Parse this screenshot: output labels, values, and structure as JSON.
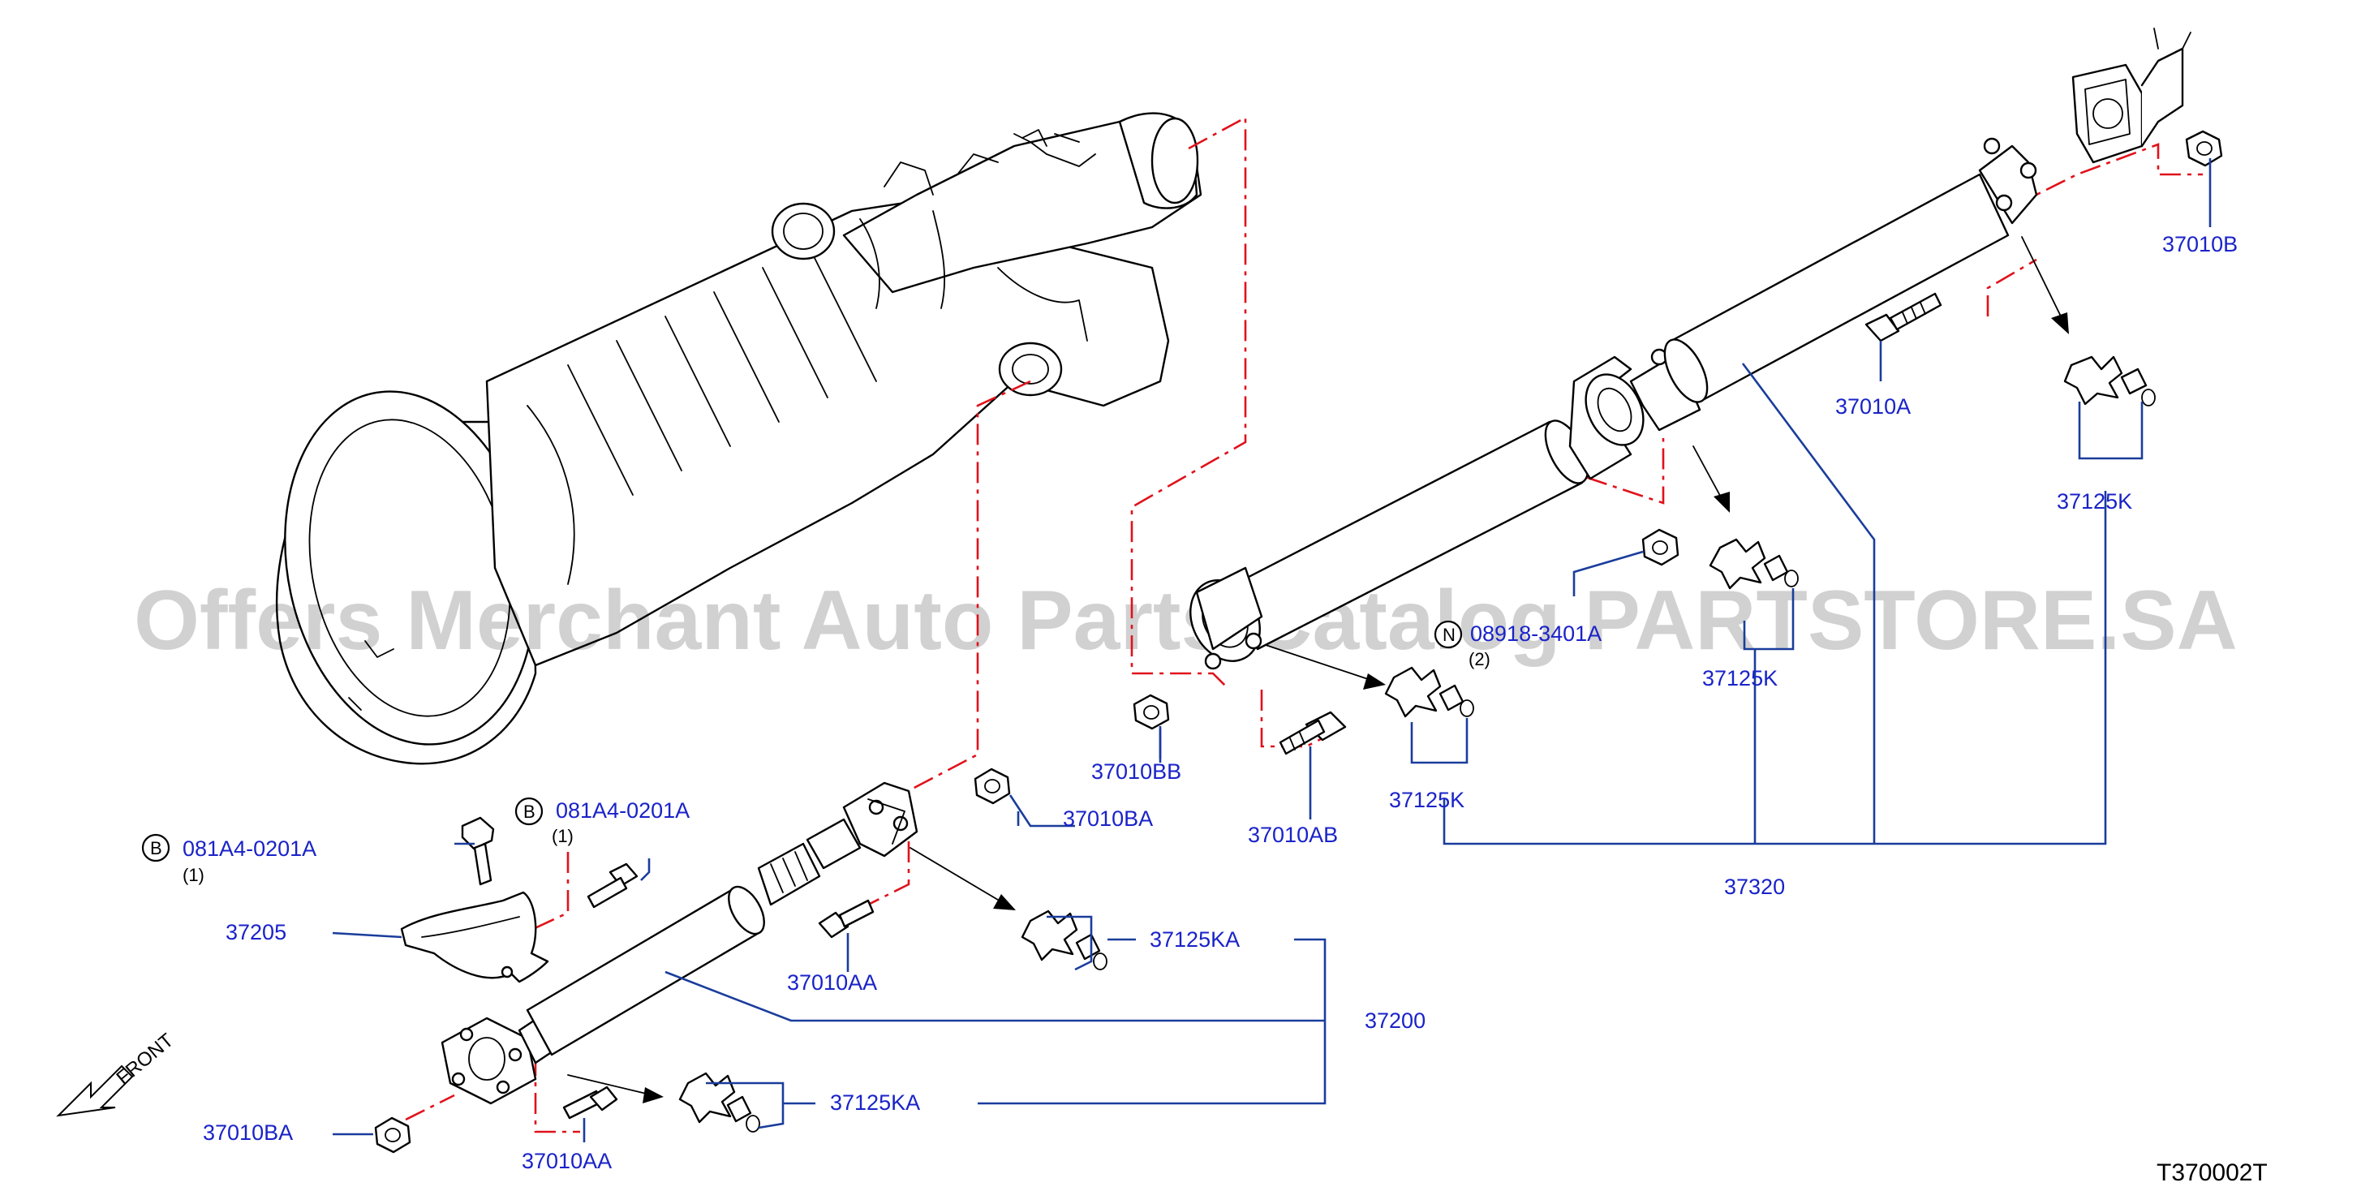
{
  "watermark": "Offers Merchant Auto Parts Catalog PARTSTORE.SA",
  "diagram_code": "T370002T",
  "front_label": "FRONT",
  "labels": {
    "rear_flange_nut": "37010B",
    "bolt_37010a": "37010A",
    "joint_kit_37125k_right": "37125K",
    "joint_kit_37125k_mid": "37125K",
    "joint_kit_37125k_left": "37125K",
    "rear_shaft_assembly": "37320",
    "nut_37010bb": "37010BB",
    "bolt_37010ab": "37010AB",
    "nut_37010ba_upper": "37010BA",
    "nut_37010ba_lower": "37010BA",
    "bolt_37010aa_upper": "37010AA",
    "bolt_37010aa_lower": "37010AA",
    "joint_kit_37125ka_upper": "37125KA",
    "joint_kit_37125ka_lower": "37125KA",
    "front_shaft_assembly": "37200",
    "heat_insulator": "37205",
    "bolt_b_left_code": "081A4-0201A",
    "bolt_b_left_qty": "(1)",
    "bolt_b_left_marker": "B",
    "bolt_b_right_code": "081A4-0201A",
    "bolt_b_right_qty": "(1)",
    "bolt_b_right_marker": "B",
    "nut_n_code": "08918-3401A",
    "nut_n_qty": "(2)",
    "nut_n_marker": "N"
  },
  "colors": {
    "label_text": "#1a23c8",
    "leader_line": "#1a3d9c",
    "dash_line": "#e0121b",
    "part_outline": "#000000"
  }
}
